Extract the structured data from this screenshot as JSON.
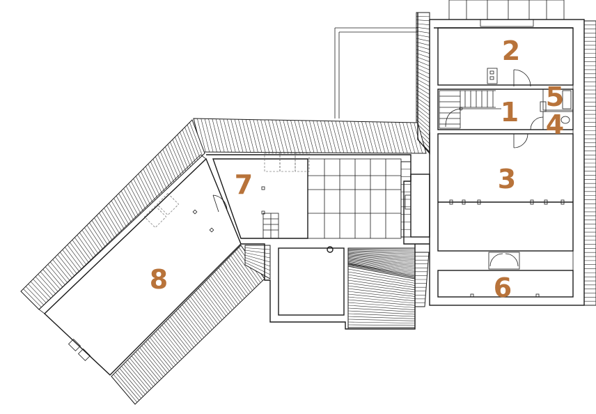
{
  "accent_color": "#b8733a",
  "rooms": [
    {
      "label": "1"
    },
    {
      "label": "2"
    },
    {
      "label": "3"
    },
    {
      "label": "4"
    },
    {
      "label": "5"
    },
    {
      "label": "6"
    },
    {
      "label": "7"
    },
    {
      "label": "8"
    }
  ]
}
